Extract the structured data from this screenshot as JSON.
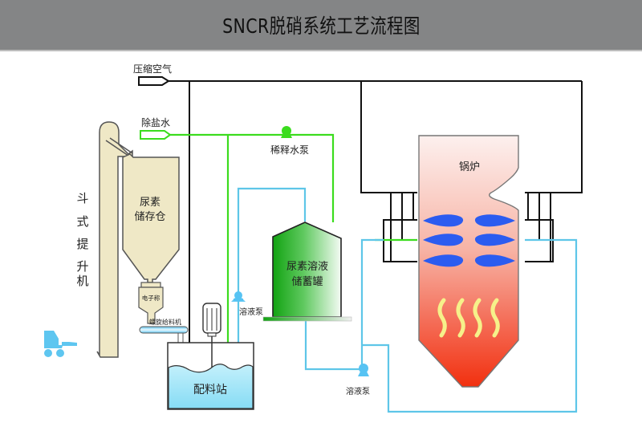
{
  "title": "SNCR脱硝系统工艺流程图",
  "colors": {
    "title_bar": "#848586",
    "compressed_air_pipe": "#000000",
    "demin_water_pipe": "#3bdc1e",
    "solution_pipe": "#5ec6e8",
    "equipment_beige": "#efe8c6",
    "tank_green": "#1aa81a",
    "mixing_water": "#8fe0f5",
    "boiler_top": "#fbe4df",
    "boiler_bottom": "#f23a1a",
    "nozzle_blue": "#2c5cf0",
    "flame_yellow": "#f6f18a",
    "pump_cyan": "#57c3f3",
    "pump_green": "#3bdc1e"
  },
  "labels": {
    "compressed_air": "压缩空气",
    "demin_water": "除盐水",
    "dilution_pump": "稀释水泵",
    "bucket_elevator": [
      "斗",
      "式",
      "提",
      "升",
      "机"
    ],
    "urea_silo_line1": "尿素",
    "urea_silo_line2": "储存仓",
    "electronic_scale": "电子称",
    "screw_feeder": "螺旋给料机",
    "mixing_station": "配料站",
    "solution_pump_1": "溶液泵",
    "solution_pump_2": "溶液泵",
    "storage_tank_line1": "尿素溶液",
    "storage_tank_line2": "储蓄罐",
    "boiler": "锅炉"
  }
}
